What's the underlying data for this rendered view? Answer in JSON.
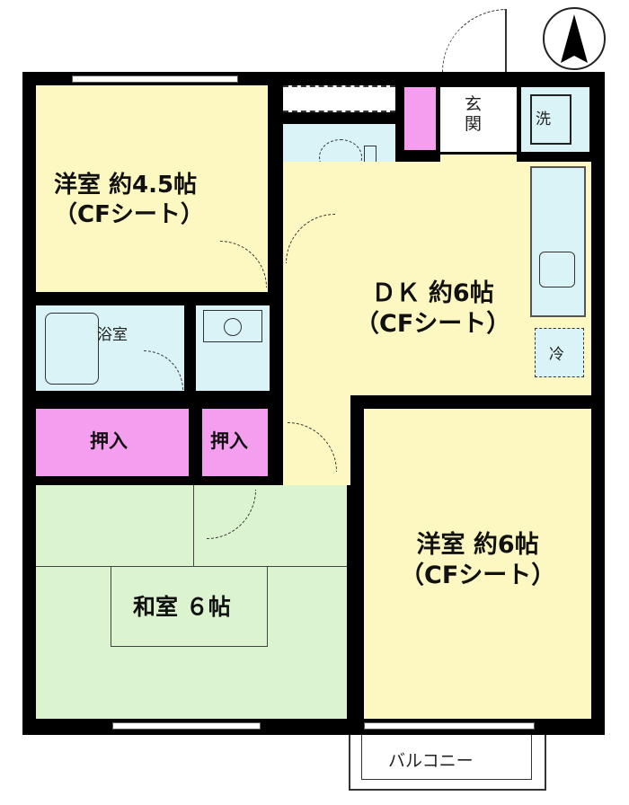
{
  "rooms": {
    "western_small": {
      "name": "洋室 約4.5帖",
      "floor": "（CFシート）"
    },
    "dk": {
      "name": "ＤＫ 約6帖",
      "floor": "（CFシート）"
    },
    "western_large": {
      "name": "洋室 約6帖",
      "floor": "（CFシート）"
    },
    "japanese": {
      "name": "和室 ６帖"
    },
    "bath": "浴室",
    "closet1": "押入",
    "closet2": "押入",
    "entrance": "玄関",
    "washer": "洗",
    "fridge": "冷",
    "balcony": "バルコニー"
  },
  "colors": {
    "western": "#fdf8c2",
    "wet": "#d9f3f6",
    "closet": "#f59ef0",
    "tatami": "#dcf3cf"
  }
}
